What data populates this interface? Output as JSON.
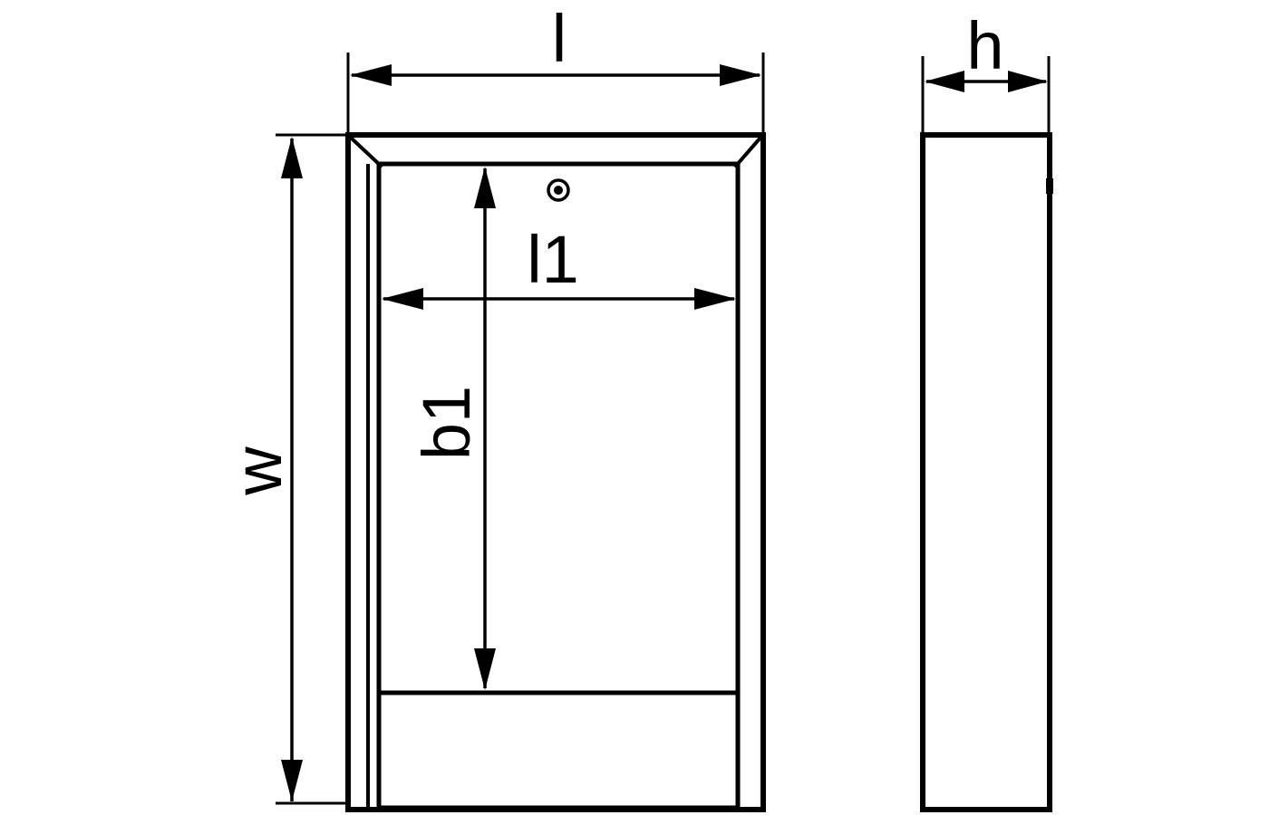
{
  "labels": {
    "outer_length": "l",
    "depth": "h",
    "outer_height": "w",
    "inner_length": "l1",
    "inner_height": "b1"
  },
  "colors": {
    "line": "#000000",
    "background": "#ffffff"
  }
}
